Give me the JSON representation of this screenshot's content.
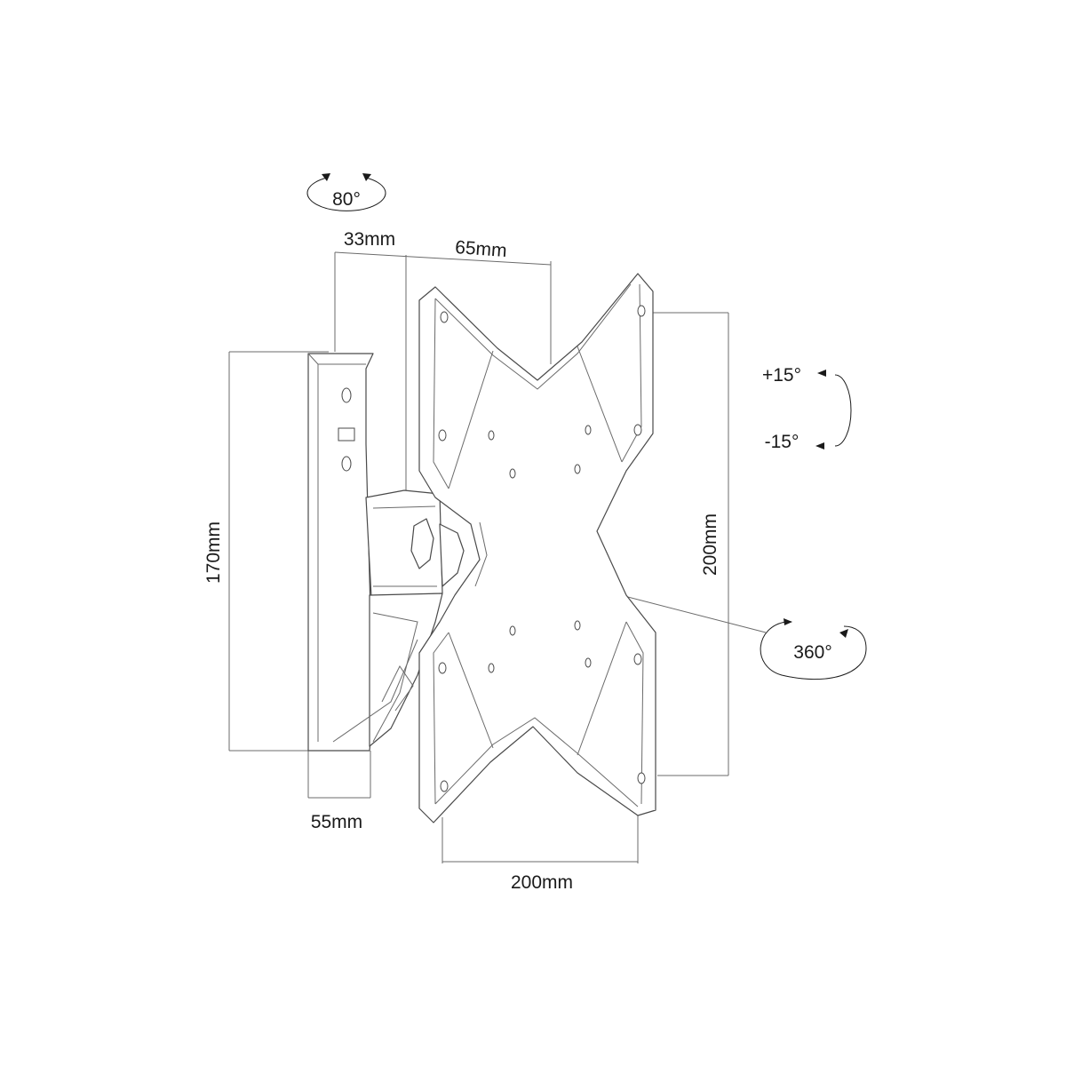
{
  "diagram": {
    "labels": {
      "tilt_side": "80°",
      "depth_arm": "33mm",
      "depth_plate": "65mm",
      "height_wall": "170mm",
      "depth_wall": "55mm",
      "vesa_height": "200mm",
      "vesa_width": "200mm",
      "tilt_up": "+15°",
      "tilt_down": "-15°",
      "rotation": "360°"
    },
    "colors": {
      "line": "#4a4a4a",
      "dimension": "#6b6b6b",
      "text": "#1a1a1a",
      "background": "#ffffff"
    }
  }
}
